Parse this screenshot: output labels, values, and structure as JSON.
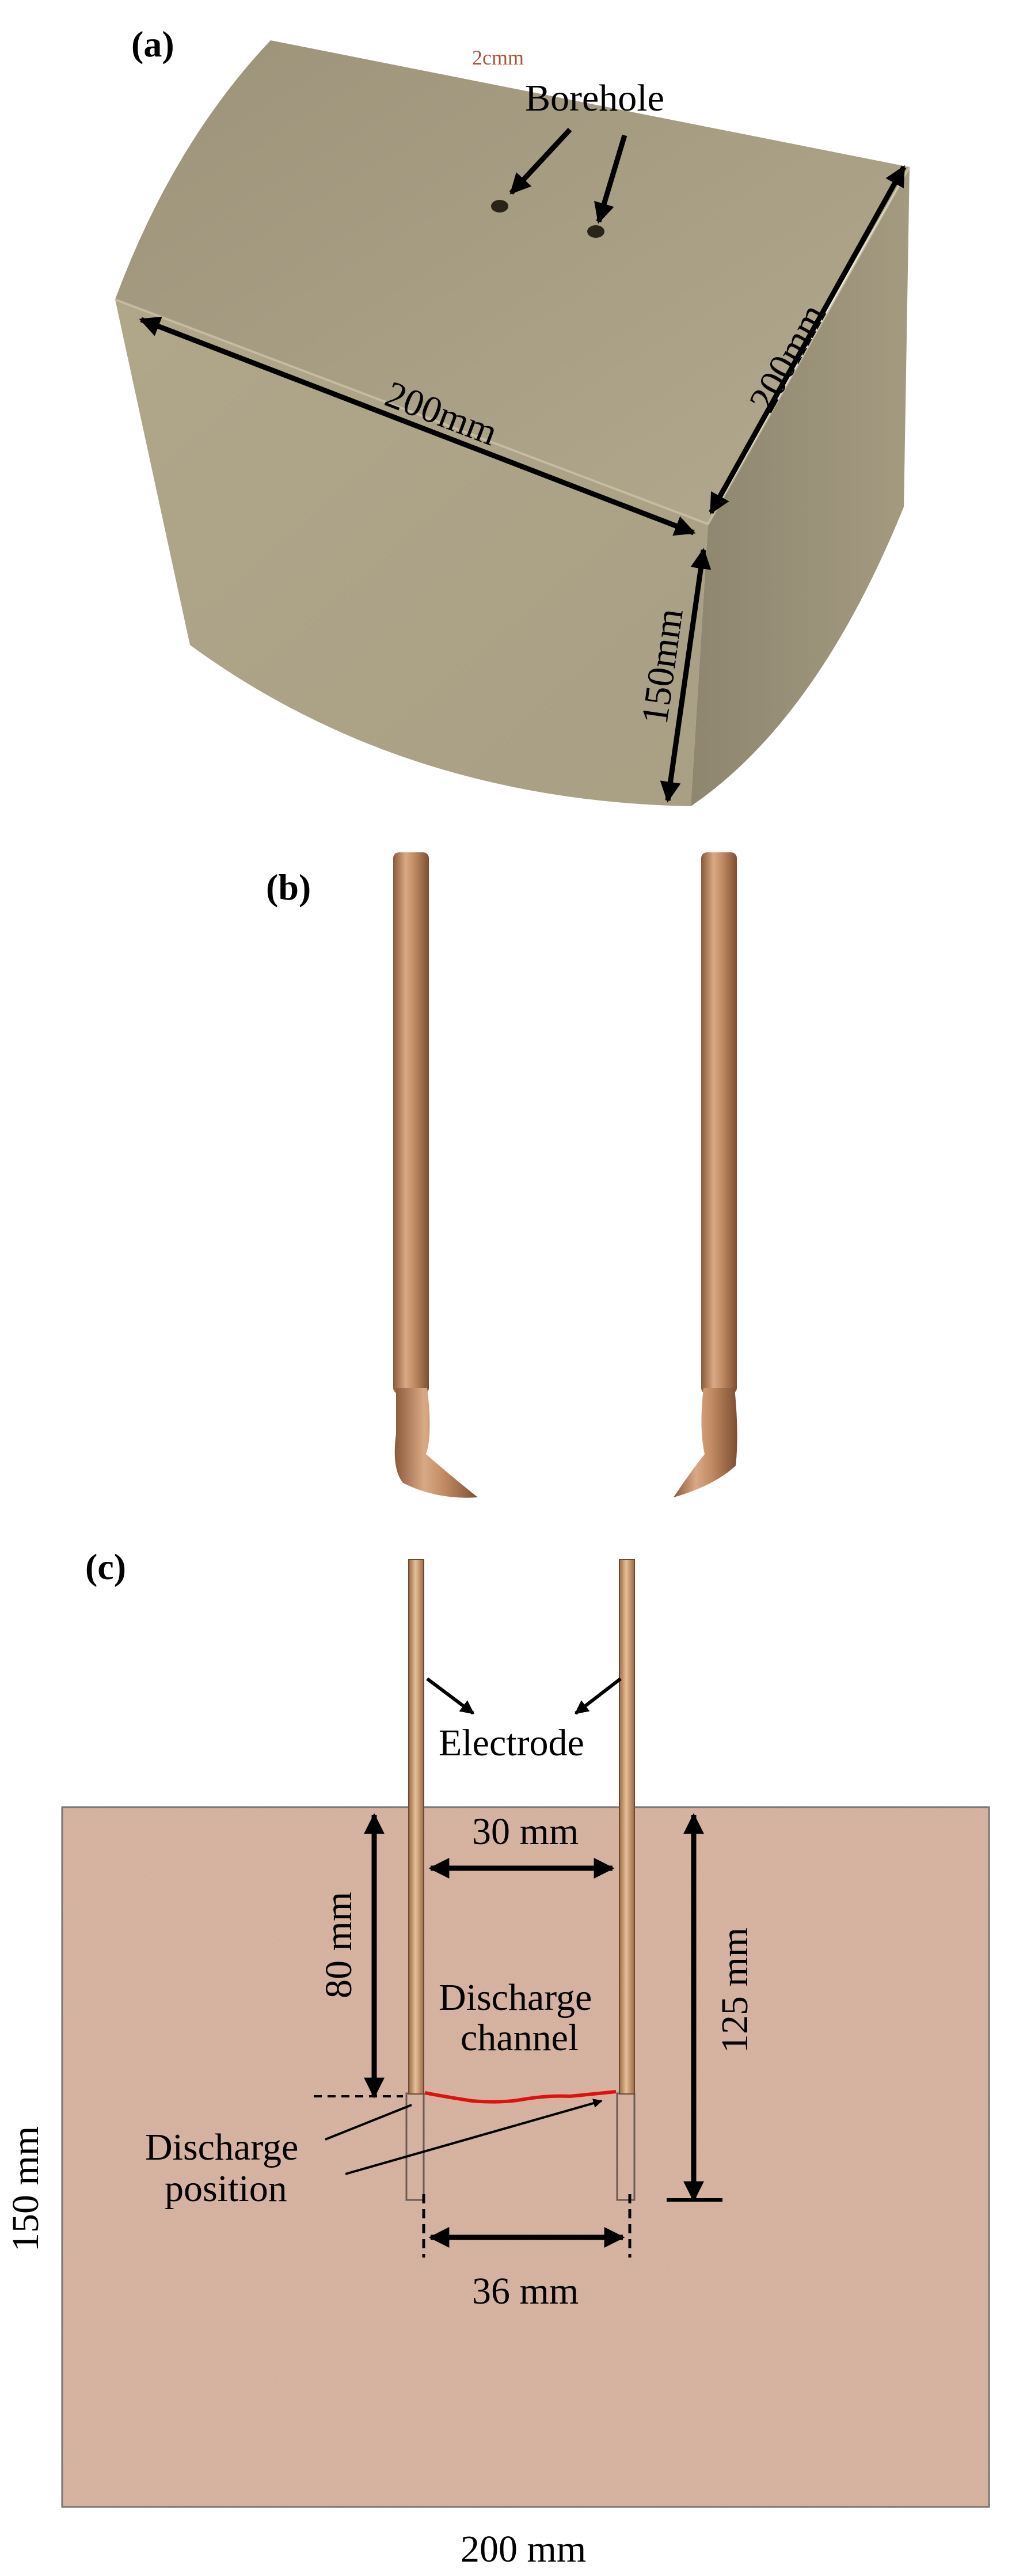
{
  "figure": {
    "panel_a": {
      "label": "(a)",
      "borehole_label": "Borehole",
      "width_label": "200mm",
      "depth_label": "200mm",
      "height_label": "150mm",
      "marker_text": "2cmm"
    },
    "panel_b": {
      "label": "(b)"
    },
    "panel_c": {
      "label": "(c)",
      "electrode_label": "Electrode",
      "spacing_top_label": "30 mm",
      "depth_80_label": "80 mm",
      "depth_125_label": "125 mm",
      "discharge_channel_line1": "Discharge",
      "discharge_channel_line2": "channel",
      "discharge_position_line1": "Discharge",
      "discharge_position_line2": "position",
      "spacing_bottom_label": "36 mm",
      "height_label": "150 mm",
      "width_label": "200 mm"
    },
    "colors": {
      "specimen_block": "#a59a7e",
      "electrode_copper": "#c8906a",
      "concrete_fill": "#d9b6a3",
      "discharge_channel": "#e01010"
    }
  }
}
